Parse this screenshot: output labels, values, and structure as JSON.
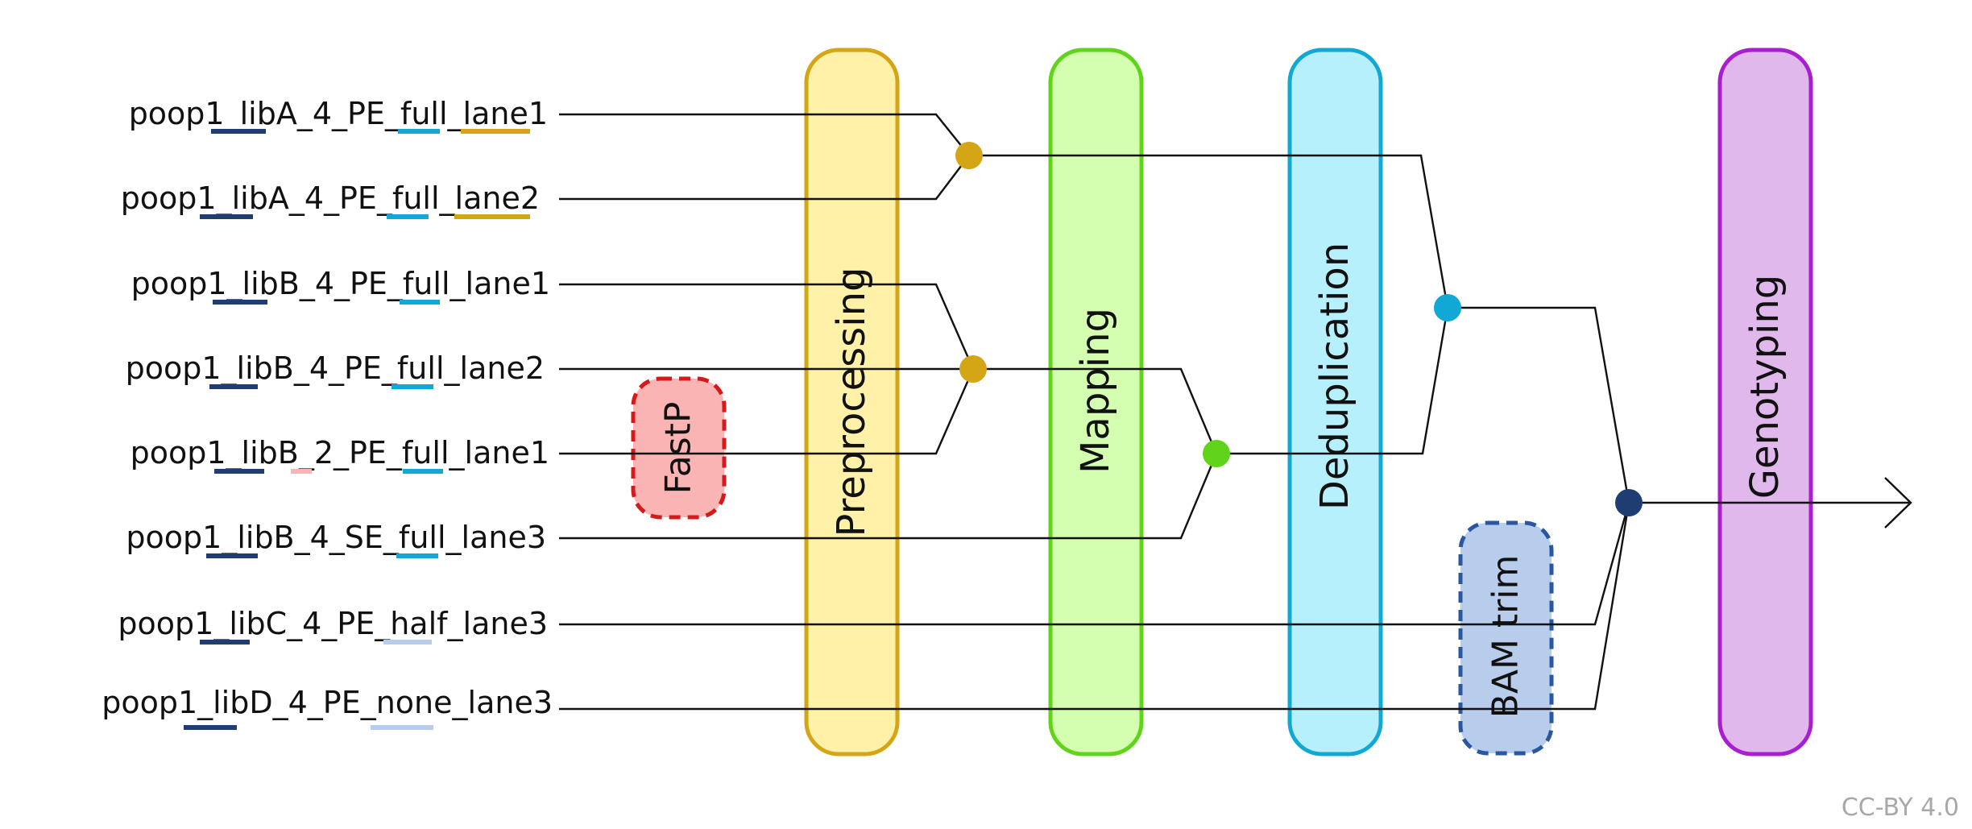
{
  "colors": {
    "libA_lane": "#d4a514",
    "library": "#1f3d73",
    "full": "#12a8d6",
    "half_none": "#b8ccec",
    "two": "#f4b6b6",
    "preprocessing_fill": "#fff1a8",
    "preprocessing_stroke": "#d4a514",
    "mapping_fill": "#d4ffb0",
    "mapping_stroke": "#5fd41a",
    "dedup_fill": "#b6f0fc",
    "dedup_stroke": "#12a8d6",
    "geno_fill": "#e0b8ec",
    "geno_stroke": "#a81ed0",
    "fastp_fill": "#fbb4b4",
    "fastp_stroke": "#d41a1a",
    "bamtrim_fill": "#b8ccec",
    "bamtrim_stroke": "#2a57a0"
  },
  "inputs": [
    {
      "label": "poop1_libA_4_PE_full_lane1"
    },
    {
      "label": "poop1_libA_4_PE_full_lane2"
    },
    {
      "label": "poop1_libB_4_PE_full_lane1"
    },
    {
      "label": "poop1_libB_4_PE_full_lane2"
    },
    {
      "label": "poop1_libB_2_PE_full_lane1"
    },
    {
      "label": "poop1_libB_4_SE_full_lane3"
    },
    {
      "label": "poop1_libC_4_PE_half_lane3"
    },
    {
      "label": "poop1_libD_4_PE_none_lane3"
    }
  ],
  "stages": {
    "preprocessing": "Preprocessing",
    "mapping": "Mapping",
    "deduplication": "Deduplication",
    "genotyping": "Genotyping"
  },
  "optional": {
    "fastp": "FastP",
    "bam_trim": "BAM trim"
  },
  "license": "CC-BY 4.0"
}
